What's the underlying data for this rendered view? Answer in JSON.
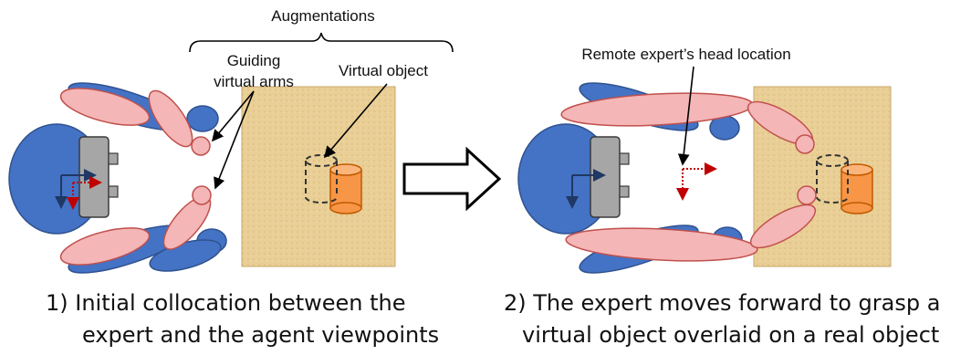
{
  "annotations": {
    "augmentations": "Augmentations",
    "guiding_arms_line1": "Guiding",
    "guiding_arms_line2": "virtual arms",
    "virtual_object": "Virtual object",
    "remote_head": "Remote expert’s head location"
  },
  "captions": {
    "left_line1": "1) Initial collocation between the",
    "left_line2": "expert and the agent viewpoints",
    "right_line1": "2) The expert moves forward to grasp a",
    "right_line2": "virtual object overlaid on a real object"
  },
  "colors": {
    "body_blue": "#4472c4",
    "arm_pink": "#f4b6b6",
    "arm_outline": "#c0504d",
    "table": "#e6c98c",
    "real_object": "#f79646",
    "device_gray": "#a6a6a6",
    "axis_dark_blue": "#1f3864",
    "axis_red": "#c00000"
  },
  "icons": {
    "transition_arrow": "right-arrow-icon"
  }
}
